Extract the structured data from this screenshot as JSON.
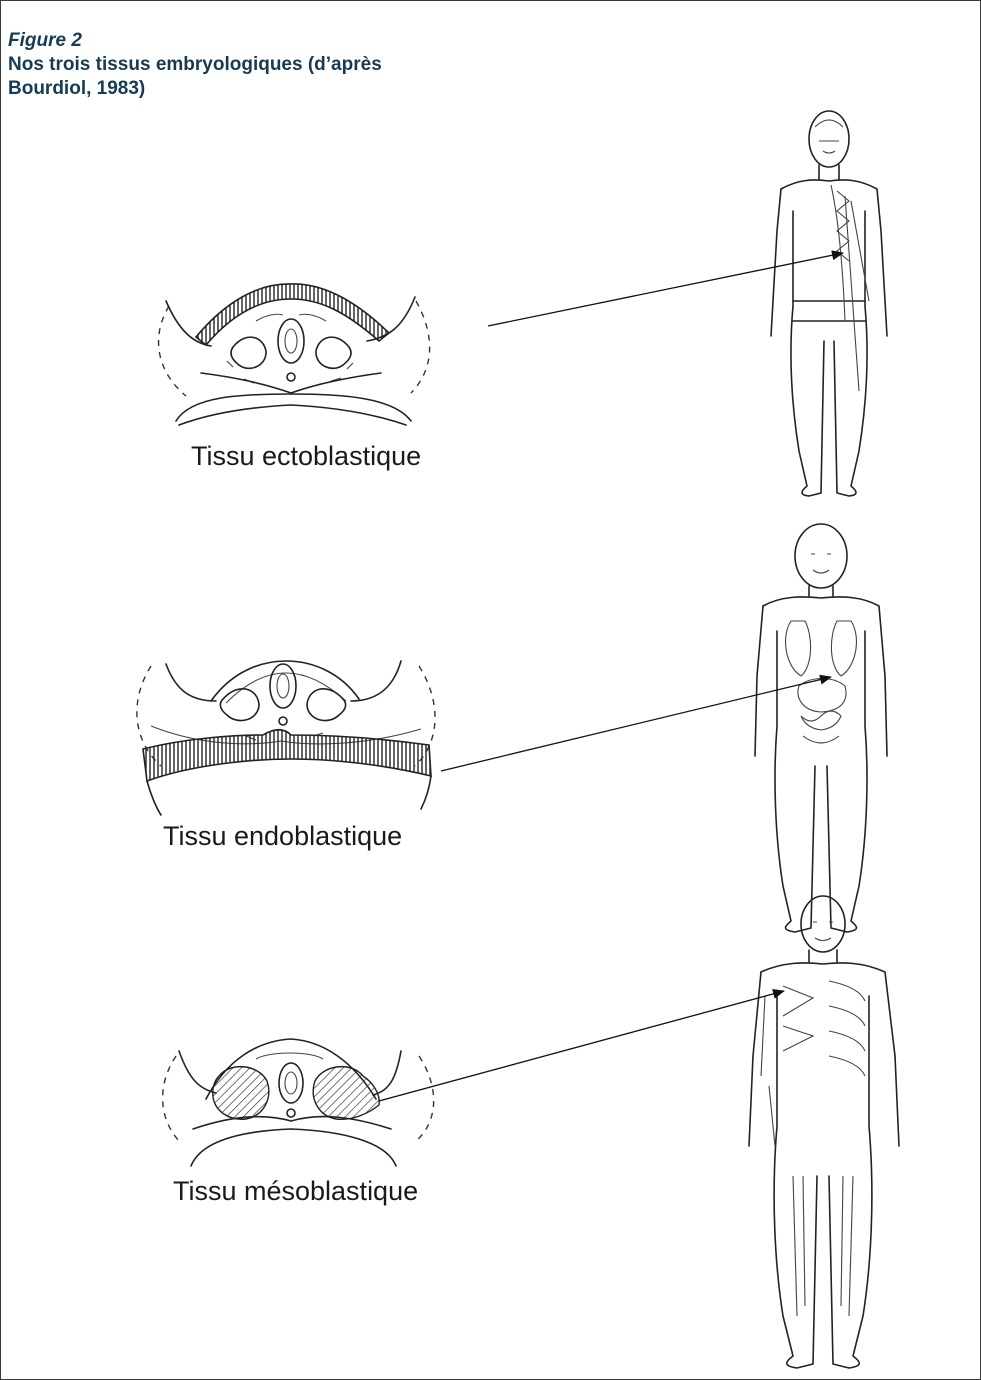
{
  "figure": {
    "label": "Figure 2",
    "title": "Nos trois tissus embryologiques (d’après Bourdiol, 1983)"
  },
  "panels": [
    {
      "id": "ectoblastique",
      "label": "Tissu ectoblastique"
    },
    {
      "id": "endoblastique",
      "label": "Tissu endoblastique"
    },
    {
      "id": "mesoblastique",
      "label": "Tissu mésoblastique"
    }
  ],
  "colors": {
    "caption": "#173a55",
    "ink": "#222222",
    "border": "#3a3a3a"
  }
}
